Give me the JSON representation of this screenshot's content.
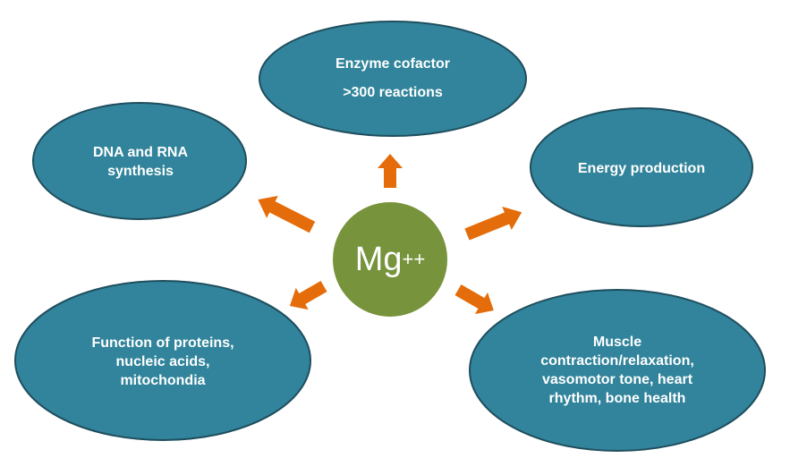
{
  "colors": {
    "node_fill": "#31849b",
    "node_stroke": "#1f4e5e",
    "center_fill": "#77933c",
    "arrow": "#e46c0a",
    "text": "#ffffff"
  },
  "center": {
    "base": "Mg",
    "superscript": "++"
  },
  "nodes": {
    "enzyme": {
      "line1": "Enzyme cofactor",
      "line2": ">300 reactions"
    },
    "dna": {
      "line1": "DNA and RNA",
      "line2": "synthesis"
    },
    "energy": {
      "line1": "Energy production"
    },
    "proteins": {
      "line1": "Function of proteins,",
      "line2": "nucleic acids,",
      "line3": "mitochondia"
    },
    "muscle": {
      "line1": "Muscle",
      "line2": "contraction/relaxation,",
      "line3": "vasomotor tone, heart",
      "line4": "rhythm, bone health"
    }
  }
}
